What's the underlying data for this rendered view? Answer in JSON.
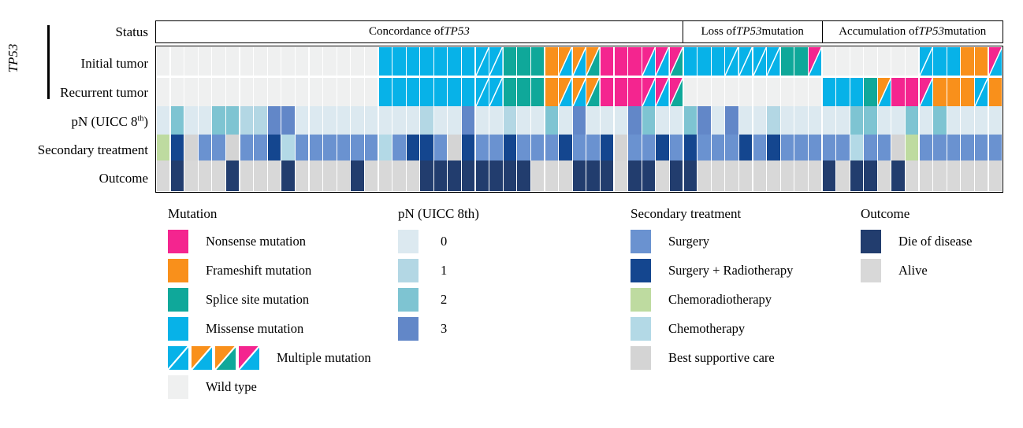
{
  "group_label": "TP53",
  "row_labels": [
    {
      "key": "status",
      "text": "Status"
    },
    {
      "key": "initial",
      "text": "Initial tumor"
    },
    {
      "key": "recurrent",
      "text": "Recurrent tumor"
    },
    {
      "key": "pn",
      "text": "pN (UICC 8th)"
    },
    {
      "key": "secondary",
      "text": "Secondary treatment"
    },
    {
      "key": "outcome",
      "text": "Outcome"
    }
  ],
  "status_segments": [
    {
      "label": "Concordance of TP53",
      "italic_part": "TP53",
      "cols": 38
    },
    {
      "label": "Loss of TP53 mutation",
      "italic_part": "TP53",
      "cols": 10
    },
    {
      "label": "Accumulation of TP53 mutation",
      "italic_part": "TP53",
      "cols": 13
    }
  ],
  "colors": {
    "nonsense": "#f4258f",
    "frameshift": "#f9901b",
    "splice": "#0fa89a",
    "missense": "#07b2e8",
    "wildtype": "#eff0f0",
    "pn0": "#dce9f0",
    "pn1": "#b3d7e4",
    "pn2": "#7ec4d2",
    "pn3": "#6287c8",
    "surgery": "#6a92d0",
    "surgery_radio": "#14468f",
    "chemoradio": "#bedba0",
    "chemo": "#b3d9e6",
    "bsc": "#d4d4d4",
    "die": "#223d6e",
    "alive": "#d8d8d8",
    "blank": "#eff0f0"
  },
  "chart_data": {
    "type": "heatmap",
    "title": "TP53 mutation status oncoprint",
    "n_columns": 61,
    "rows": [
      "Initial tumor",
      "Recurrent tumor",
      "pN (UICC 8th)",
      "Secondary treatment",
      "Outcome"
    ],
    "initial_tumor": [
      "wt",
      "wt",
      "wt",
      "wt",
      "wt",
      "wt",
      "wt",
      "wt",
      "wt",
      "wt",
      "wt",
      "wt",
      "wt",
      "wt",
      "wt",
      "wt",
      "missense",
      "missense",
      "missense",
      "missense",
      "missense",
      "missense",
      "missense",
      "missense+missense",
      "missense+missense",
      "splice",
      "splice",
      "splice",
      "frameshift",
      "frameshift+missense",
      "frameshift+missense",
      "frameshift+splice",
      "nonsense",
      "nonsense",
      "nonsense",
      "nonsense+missense",
      "nonsense+missense",
      "nonsense+splice",
      "missense",
      "missense",
      "missense",
      "missense+missense",
      "missense+missense",
      "missense+missense",
      "missense+missense",
      "splice",
      "splice",
      "nonsense+missense",
      "wt",
      "wt",
      "wt",
      "wt",
      "wt",
      "wt",
      "wt",
      "missense+missense",
      "missense",
      "missense",
      "frameshift",
      "frameshift",
      "nonsense+missense"
    ],
    "recurrent_tumor": [
      "wt",
      "wt",
      "wt",
      "wt",
      "wt",
      "wt",
      "wt",
      "wt",
      "wt",
      "wt",
      "wt",
      "wt",
      "wt",
      "wt",
      "wt",
      "wt",
      "missense",
      "missense",
      "missense",
      "missense",
      "missense",
      "missense",
      "missense",
      "missense+missense",
      "missense+missense",
      "splice",
      "splice",
      "splice",
      "frameshift",
      "frameshift+missense",
      "frameshift+missense",
      "frameshift+splice",
      "nonsense",
      "nonsense",
      "nonsense",
      "nonsense+missense",
      "nonsense+missense",
      "nonsense+splice",
      "wt",
      "wt",
      "wt",
      "wt",
      "wt",
      "wt",
      "wt",
      "wt",
      "wt",
      "wt",
      "missense",
      "missense",
      "missense",
      "splice",
      "frameshift+missense",
      "nonsense",
      "nonsense",
      "nonsense+missense",
      "frameshift",
      "frameshift",
      "frameshift",
      "missense+missense",
      "frameshift"
    ],
    "pn": [
      0,
      2,
      0,
      0,
      2,
      2,
      1,
      1,
      3,
      3,
      0,
      0,
      0,
      0,
      0,
      0,
      0,
      0,
      0,
      1,
      0,
      0,
      3,
      0,
      0,
      1,
      0,
      0,
      2,
      0,
      3,
      0,
      0,
      0,
      3,
      2,
      0,
      0,
      2,
      3,
      0,
      3,
      0,
      0,
      1,
      0,
      0,
      0,
      0,
      0,
      2,
      2,
      0,
      0,
      2,
      0,
      2,
      0,
      0,
      0,
      0
    ],
    "secondary": [
      "chemoradio",
      "surgery_radio",
      "bsc",
      "surgery",
      "surgery",
      "bsc",
      "surgery",
      "surgery",
      "surgery_radio",
      "chemo",
      "surgery",
      "surgery",
      "surgery",
      "surgery",
      "surgery",
      "surgery",
      "chemo",
      "surgery",
      "surgery_radio",
      "surgery_radio",
      "surgery",
      "bsc",
      "surgery_radio",
      "surgery",
      "surgery",
      "surgery_radio",
      "surgery",
      "surgery",
      "surgery",
      "surgery_radio",
      "surgery",
      "surgery",
      "surgery_radio",
      "bsc",
      "surgery",
      "surgery",
      "surgery_radio",
      "surgery",
      "surgery_radio",
      "surgery",
      "surgery",
      "surgery",
      "surgery_radio",
      "surgery",
      "surgery_radio",
      "surgery",
      "surgery",
      "surgery",
      "surgery",
      "surgery",
      "chemo",
      "surgery",
      "surgery",
      "bsc",
      "chemoradio",
      "surgery",
      "surgery",
      "surgery",
      "surgery",
      "surgery",
      "surgery"
    ],
    "outcome": [
      "alive",
      "die",
      "alive",
      "alive",
      "alive",
      "die",
      "alive",
      "alive",
      "alive",
      "die",
      "alive",
      "alive",
      "alive",
      "alive",
      "die",
      "alive",
      "alive",
      "alive",
      "alive",
      "die",
      "die",
      "die",
      "die",
      "die",
      "die",
      "die",
      "die",
      "alive",
      "alive",
      "alive",
      "die",
      "die",
      "die",
      "alive",
      "die",
      "die",
      "alive",
      "die",
      "die",
      "alive",
      "alive",
      "alive",
      "alive",
      "alive",
      "alive",
      "alive",
      "alive",
      "alive",
      "die",
      "alive",
      "die",
      "die",
      "alive",
      "die",
      "alive",
      "alive",
      "alive",
      "alive",
      "alive",
      "alive",
      "alive"
    ]
  },
  "legends": [
    {
      "key": "mutation",
      "title": "Mutation",
      "items": [
        {
          "label": "Nonsense mutation",
          "color_key": "nonsense",
          "type": "solid"
        },
        {
          "label": "Frameshift mutation",
          "color_key": "frameshift",
          "type": "solid"
        },
        {
          "label": "Splice site mutation",
          "color_key": "splice",
          "type": "solid"
        },
        {
          "label": "Missense mutation",
          "color_key": "missense",
          "type": "solid"
        },
        {
          "label": "Multiple mutation",
          "type": "multi",
          "swatches": [
            {
              "top": "missense",
              "bottom": "missense"
            },
            {
              "top": "frameshift",
              "bottom": "missense"
            },
            {
              "top": "frameshift",
              "bottom": "splice"
            },
            {
              "top": "nonsense",
              "bottom": "missense"
            }
          ]
        },
        {
          "label": "Wild type",
          "color_key": "wildtype",
          "type": "solid"
        }
      ]
    },
    {
      "key": "pn",
      "title": "pN (UICC 8th)",
      "items": [
        {
          "label": "0",
          "color_key": "pn0",
          "type": "solid"
        },
        {
          "label": "1",
          "color_key": "pn1",
          "type": "solid"
        },
        {
          "label": "2",
          "color_key": "pn2",
          "type": "solid"
        },
        {
          "label": "3",
          "color_key": "pn3",
          "type": "solid"
        }
      ]
    },
    {
      "key": "secondary",
      "title": "Secondary treatment",
      "items": [
        {
          "label": "Surgery",
          "color_key": "surgery",
          "type": "solid"
        },
        {
          "label": "Surgery + Radiotherapy",
          "color_key": "surgery_radio",
          "type": "solid"
        },
        {
          "label": "Chemoradiotherapy",
          "color_key": "chemoradio",
          "type": "solid"
        },
        {
          "label": "Chemotherapy",
          "color_key": "chemo",
          "type": "solid"
        },
        {
          "label": "Best supportive care",
          "color_key": "bsc",
          "type": "solid"
        }
      ]
    },
    {
      "key": "outcome",
      "title": "Outcome",
      "items": [
        {
          "label": "Die of disease",
          "color_key": "die",
          "type": "solid"
        },
        {
          "label": "Alive",
          "color_key": "alive",
          "type": "solid"
        }
      ]
    }
  ]
}
